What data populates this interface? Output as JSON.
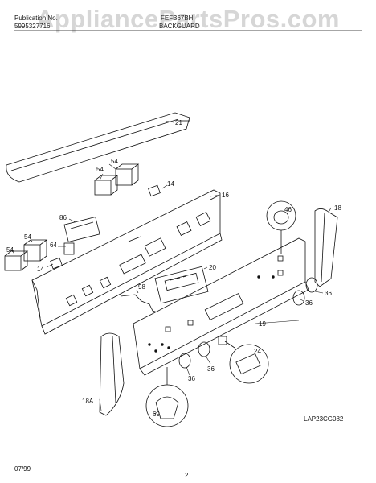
{
  "header": {
    "pub_label": "Publication No.",
    "pub_number": "5995327716",
    "model": "FEFB67BH",
    "section": "BACKGUARD"
  },
  "watermark": "AppliancePartsPros.com",
  "diagram_code": "LAP23CG082",
  "footer": {
    "date": "07/99",
    "page": "2"
  },
  "callouts": {
    "c21": "21",
    "c54a": "54",
    "c54b": "54",
    "c14a": "14",
    "c16": "16",
    "c86": "86",
    "c54c": "54",
    "c64": "64",
    "c54d": "54",
    "c14b": "14",
    "c46": "46",
    "c18": "18",
    "c20": "20",
    "c98": "98",
    "c36a": "36",
    "c36b": "36",
    "c19": "19",
    "c24": "24",
    "c36c": "36",
    "c36d": "36",
    "c18a": "18A",
    "c69": "69"
  }
}
